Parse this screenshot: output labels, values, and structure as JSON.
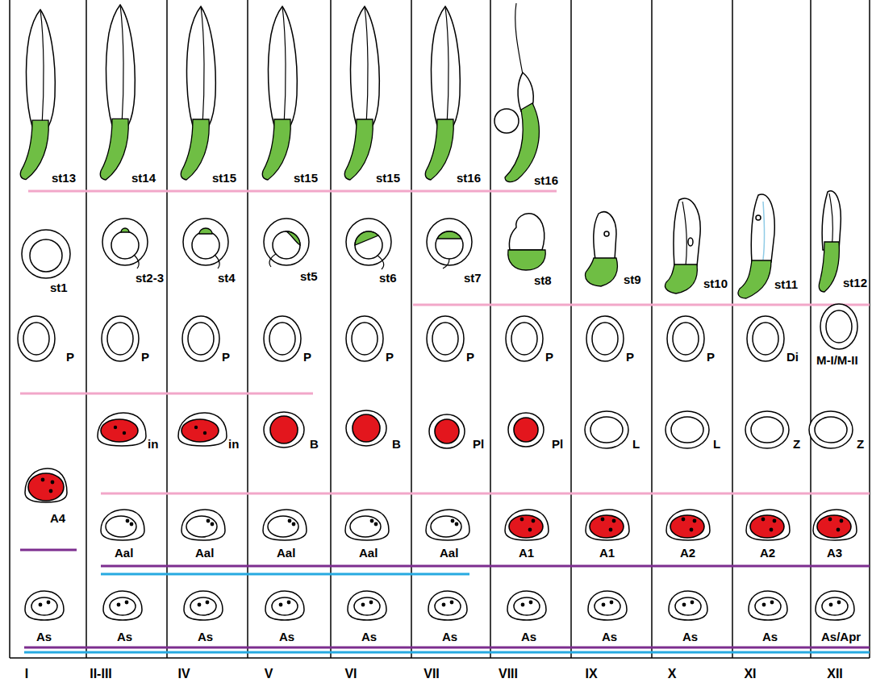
{
  "diagram": {
    "labels": [
      "st13",
      "st14",
      "st15",
      "st15",
      "st15",
      "st16",
      "st16",
      "st1",
      "st2-3",
      "st4",
      "st5",
      "st6",
      "st7",
      "st8",
      "st9",
      "st10",
      "st11",
      "st12",
      "P",
      "P",
      "P",
      "P",
      "P",
      "P",
      "P",
      "P",
      "P",
      "Di",
      "M-I/M-II",
      "in",
      "in",
      "B",
      "B",
      "Pl",
      "Pl",
      "L",
      "L",
      "Z",
      "Z",
      "A4",
      "Aal",
      "Aal",
      "Aal",
      "Aal",
      "Aal",
      "A1",
      "A1",
      "A2",
      "A2",
      "A3",
      "As",
      "As",
      "As",
      "As",
      "As",
      "As",
      "As",
      "As",
      "As",
      "As",
      "As/Apr",
      "I",
      "II-III",
      "IV",
      "V",
      "VI",
      "VII",
      "VIII",
      "IX",
      "X",
      "XI",
      "XII"
    ]
  }
}
